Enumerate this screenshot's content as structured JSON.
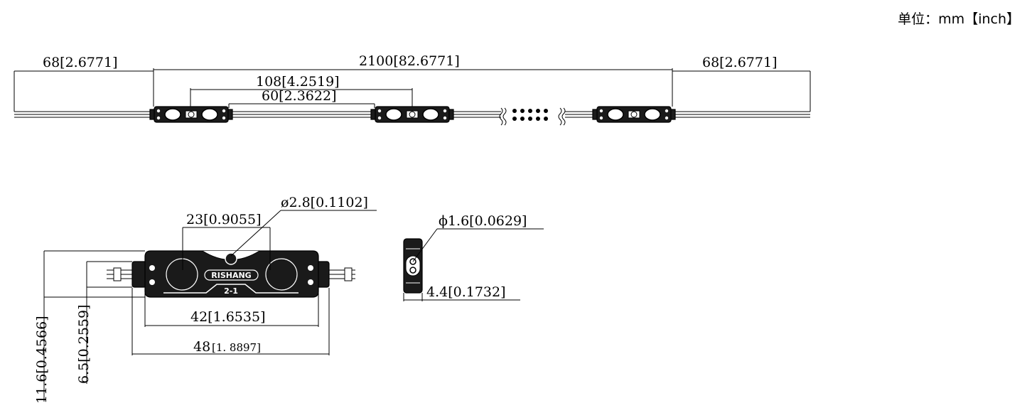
{
  "unit_label": "单位：mm【inch】",
  "top_view": {
    "left_wire_length": "68[2.6771]",
    "total_length": "2100[82.6771]",
    "right_wire_length": "68[2.6771]",
    "module_pitch": "108[4.2519]",
    "module_gap": "60[2.3622]"
  },
  "module_detail": {
    "hole_diameter": "ø2.8[0.1102]",
    "lens_pitch": "23[0.9055]",
    "body_length": "42[1.6535]",
    "overall_length_mm": "48",
    "overall_length_inch": "[1. 8897]",
    "overall_height": "11.6[0.4566]",
    "mounting_height": "6.5[0.2559]",
    "brand": "RISHANG",
    "model": "2-1"
  },
  "side_view": {
    "wire_diameter": "ϕ1.6[0.0629]",
    "thickness": "4.4[0.1732]"
  }
}
